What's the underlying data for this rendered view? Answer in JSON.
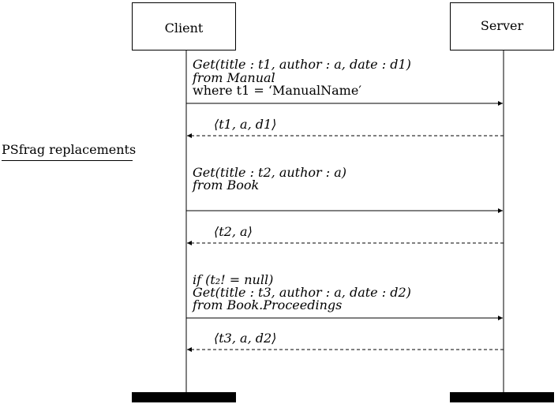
{
  "participants": {
    "client": "Client",
    "server": "Server"
  },
  "side_label": "PSfrag replacements",
  "messages": [
    {
      "request_lines": [
        "Get(title :  t1, author :  a, date :  d1)",
        "from Manual",
        "where t1 = ‘ManualName′"
      ],
      "response": "⟨t1, a, d1⟩"
    },
    {
      "request_lines": [
        "Get(title :  t2, author :  a)",
        "from Book"
      ],
      "response": "⟨t2, a⟩"
    },
    {
      "request_lines": [
        "if  (t₂! = null)",
        "Get(title :  t3, author :  a, date :  d2)",
        "from Book.Proceedings"
      ],
      "response": "⟨t3, a, d2⟩"
    }
  ],
  "colors": {
    "line": "#000000",
    "background": "#ffffff"
  }
}
